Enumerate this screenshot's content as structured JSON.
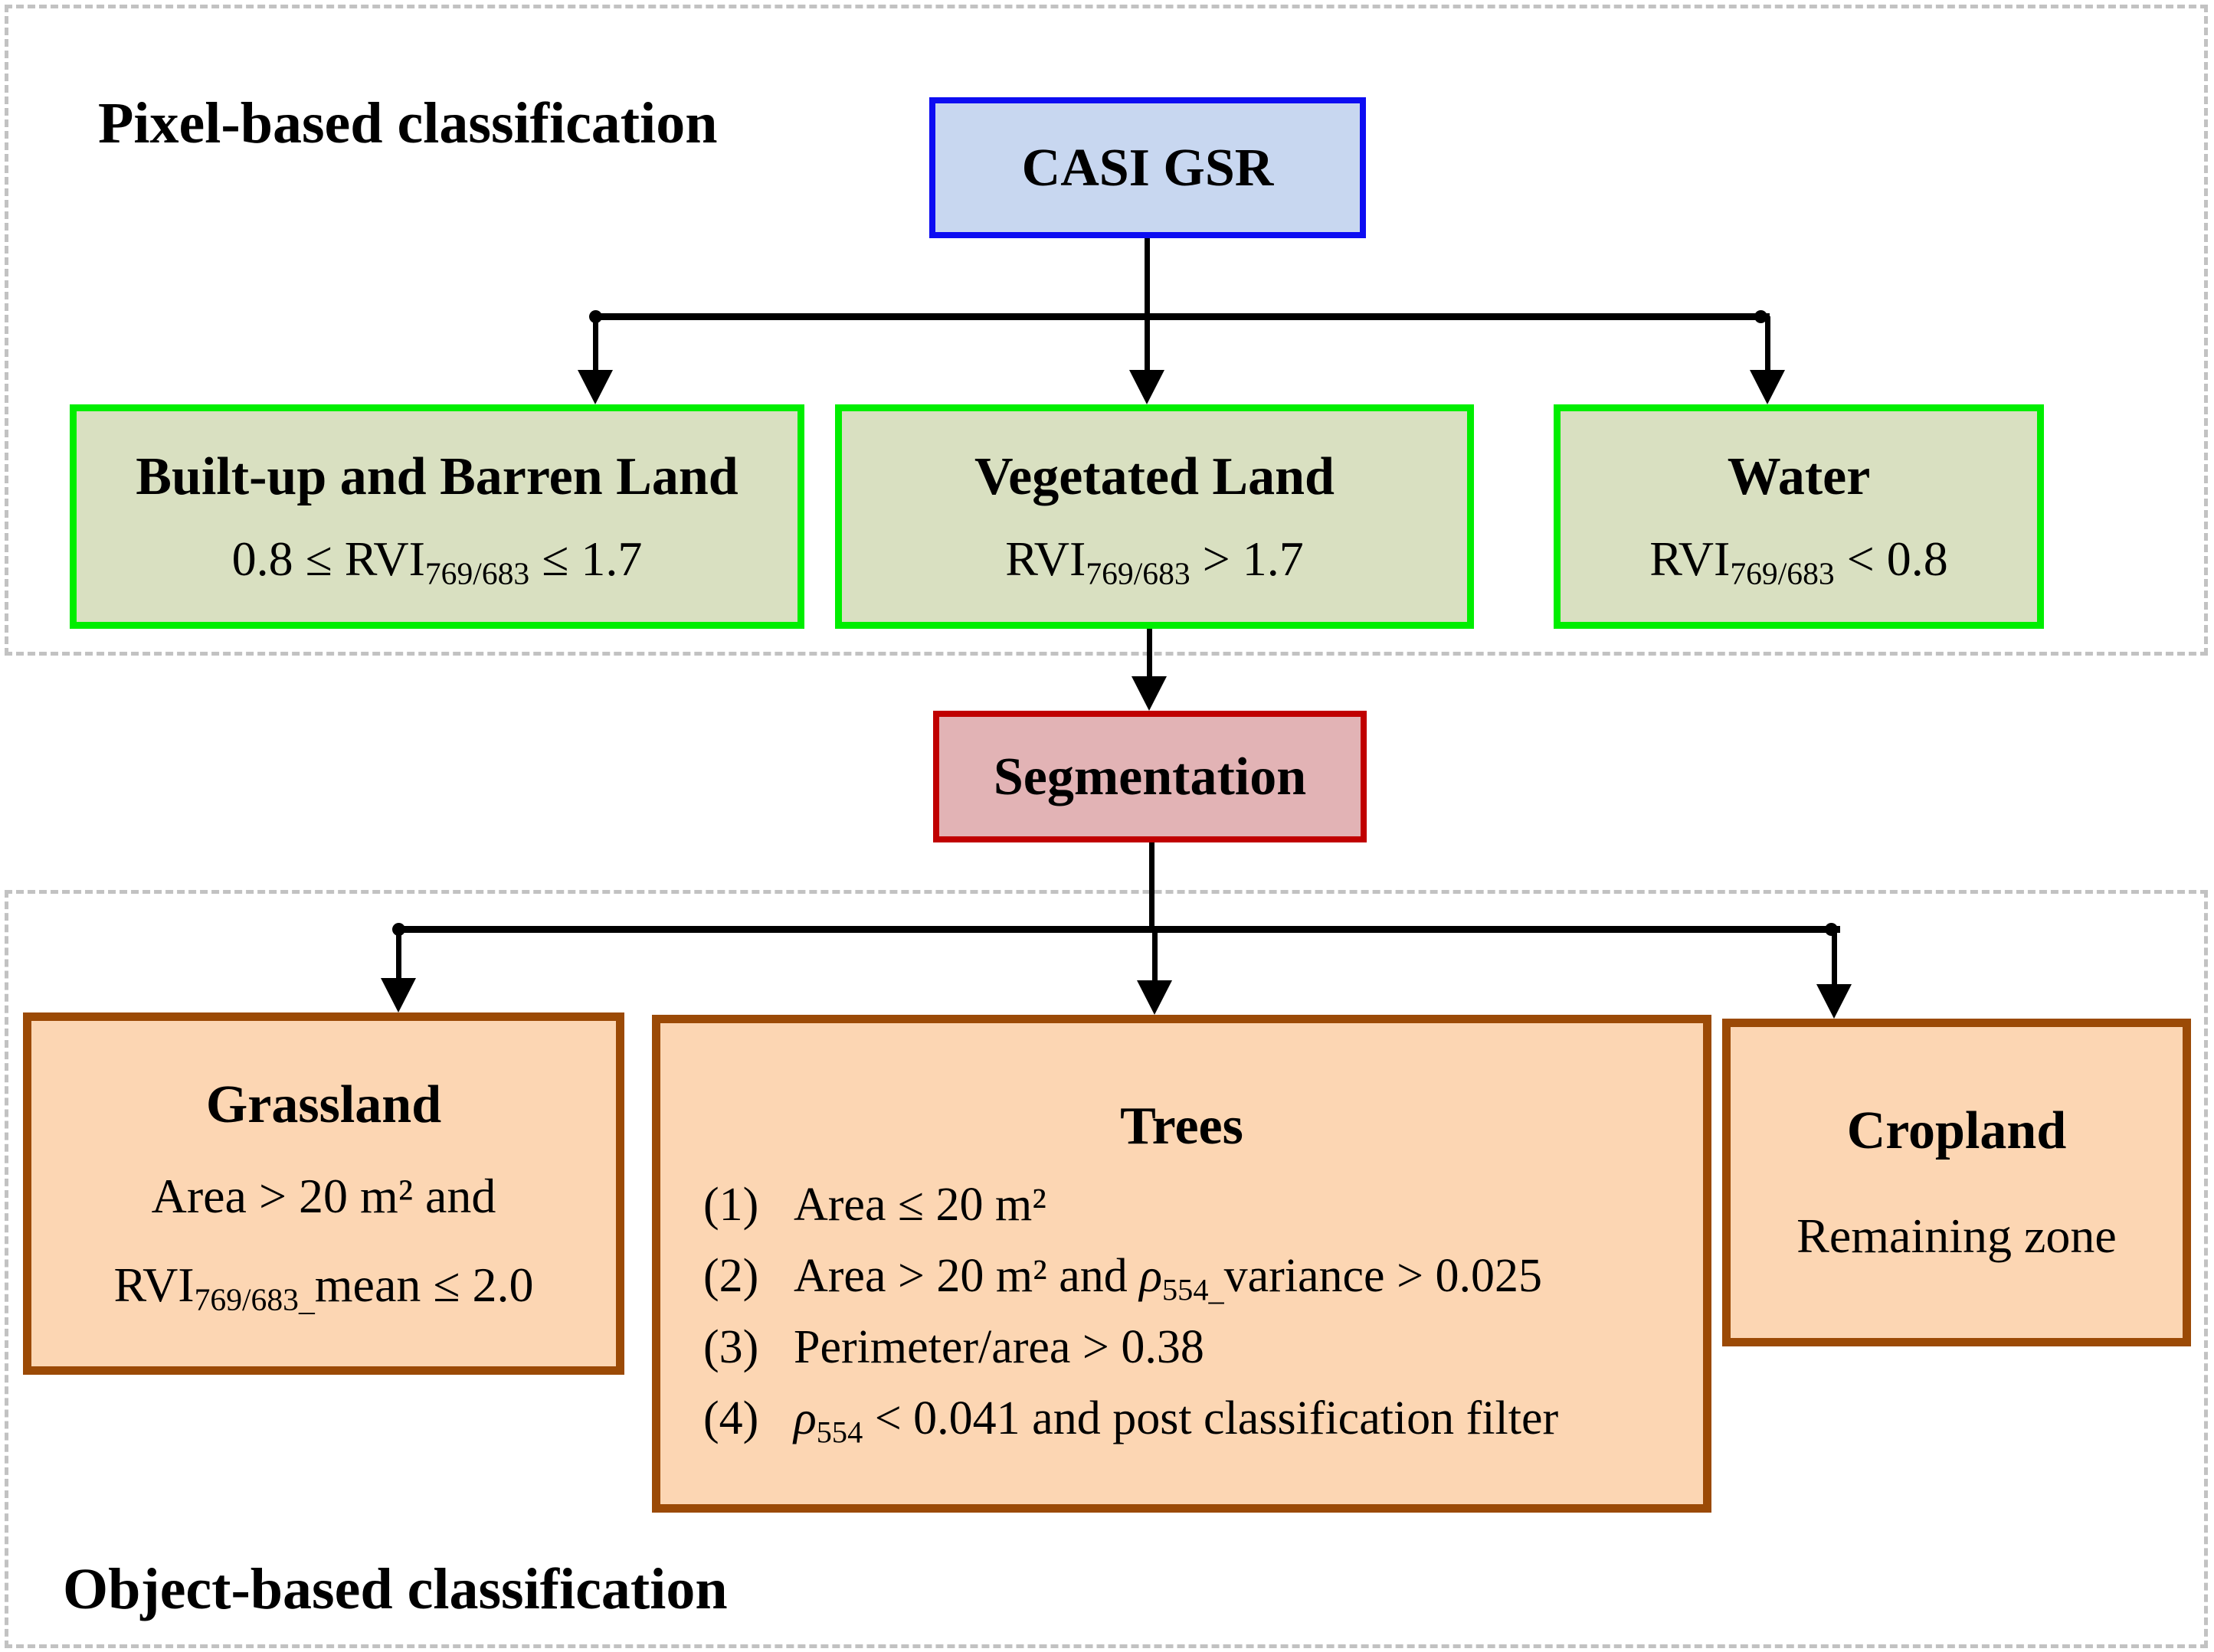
{
  "sections": {
    "pixel_label": "Pixel-based classification",
    "object_label": "Object-based classification"
  },
  "nodes": {
    "casi": {
      "title": "CASI GSR"
    },
    "builtup": {
      "title": "Built-up and Barren Land",
      "formula": [
        {
          "t": "0.8 ≤  RVI"
        },
        {
          "sub": "769/683"
        },
        {
          "t": " ≤ 1.7"
        }
      ]
    },
    "vegetated": {
      "title": "Vegetated Land",
      "formula": [
        {
          "t": "RVI"
        },
        {
          "sub": "769/683"
        },
        {
          "t": " > 1.7"
        }
      ]
    },
    "water": {
      "title": "Water",
      "formula": [
        {
          "t": "RVI"
        },
        {
          "sub": "769/683"
        },
        {
          "t": " < 0.8"
        }
      ]
    },
    "segmentation": {
      "title": "Segmentation"
    },
    "grassland": {
      "title": "Grassland",
      "lines": [
        [
          {
            "t": "Area > 20 m² and"
          }
        ],
        [
          {
            "t": "RVI"
          },
          {
            "sub": "769/683_"
          },
          {
            "t": "mean ≤ 2.0"
          }
        ]
      ]
    },
    "trees": {
      "title": "Trees",
      "items": [
        {
          "num": "(1)",
          "segs": [
            {
              "t": "Area ≤ 20 m²"
            }
          ]
        },
        {
          "num": "(2)",
          "segs": [
            {
              "t": "Area > 20 m² and "
            },
            {
              "it": "ρ"
            },
            {
              "sub": "554_"
            },
            {
              "t": "variance > 0.025"
            }
          ]
        },
        {
          "num": "(3)",
          "segs": [
            {
              "t": "Perimeter/area > 0.38"
            }
          ]
        },
        {
          "num": "(4)",
          "segs": [
            {
              "it": "ρ"
            },
            {
              "sub": "554"
            },
            {
              "t": " < 0.041 and post classification filter"
            }
          ]
        }
      ]
    },
    "cropland": {
      "title": "Cropland",
      "lines": [
        [
          {
            "t": "Remaining zone"
          }
        ]
      ]
    }
  },
  "colors": {
    "casi_fill": "#c8d7f0",
    "casi_border": "#0d0df2",
    "class_fill": "#d9e0c1",
    "class_border": "#00ee00",
    "segmentation_fill": "#e2b3b5",
    "segmentation_border": "#c00000",
    "object_fill": "#fcd6b3",
    "object_border": "#9b4a06",
    "dashed_region_border": "#c2c2c2",
    "connector": "#000000"
  }
}
